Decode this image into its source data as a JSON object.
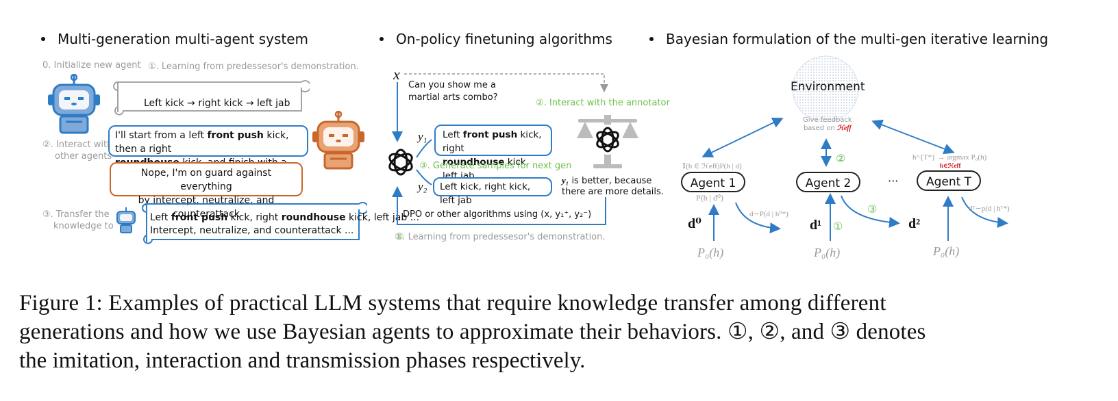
{
  "colors": {
    "blue": "#2f7cc6",
    "orange": "#c8672c",
    "green": "#6cc04a",
    "gray": "#9a9a9a",
    "red": "#d01515"
  },
  "panel1": {
    "bullet": "Multi-generation multi-agent system",
    "step0": "0. Initialize new agent",
    "step1": "①. Learning from predessesor's demonstration.",
    "scroll1": "Left kick → right kick → left jab",
    "step2_line1": "②. Interact with",
    "step2_line2": "other agents",
    "bubble1_a": "I'll start from a left ",
    "bubble1_b": "front push",
    "bubble1_c": " kick, then a right",
    "bubble1_d": "roundhouse",
    "bubble1_e": " kick, and finish with a left jab ...",
    "bubble2_line1": "Nope, I'm on guard against everything",
    "bubble2_line2": "by intercept, neutralize, and counterattack",
    "step3_line1": "③. Transfer the",
    "step3_line2": "knowledge to",
    "scroll2_a": "Left ",
    "scroll2_b": "front push",
    "scroll2_c": " kick, right ",
    "scroll2_d": "roundhouse",
    "scroll2_e": " kick, left jab ...",
    "scroll2_line2": "Intercept, neutralize, and counterattack ..."
  },
  "panel2": {
    "bullet": "On-policy finetuning algorithms",
    "x_label": "x",
    "prompt_line1": "Can you show me a",
    "prompt_line2": "martial arts combo?",
    "annotator": "②. Interact with the annotator",
    "y1": "y₁",
    "y1_a": "Left ",
    "y1_b": "front push",
    "y1_c": " kick, right",
    "y1_d": "roundhouse",
    "y1_e": " kick, left jab",
    "generate": "③. Generate samples for next gen",
    "y2": "y₂",
    "y2_text": "Left kick, right kick, left jab",
    "better_line1": " is better, because",
    "better_y1": "y₁",
    "better_line2": "there are more details.",
    "dpo": "DPO or other algorithms using (x, y₁⁺, y₂⁻)",
    "learning": "①. Learning from predessesor's demonstration."
  },
  "panel3": {
    "bullet": "Bayesian formulation of the multi-gen iterative learning",
    "environment": "Environment",
    "feedback_line1": "Give feedback",
    "feedback_line2": "based on ",
    "h_eff": "ℋeff",
    "indicator": "𝕀(h ∈ ℋeff)P(h | d)",
    "agent1": "Agent 1",
    "agent2": "Agent 2",
    "dots": "···",
    "agentT": "Agent T",
    "post1": "P(h | d⁰)",
    "hT": "h^{T*} → argmax P₀(h)",
    "hT_sub": "h∈ℋeff",
    "d0": "d⁰",
    "d1": "d¹",
    "d2": "d²",
    "sample1": "d∼P(d | h⁰*)",
    "sampleT": "dᵀ∼p(d | hᵀ*)",
    "prior1": "P₀(h)",
    "prior2": "P₀(h)",
    "priorT": "P₀(h)",
    "circ1": "①",
    "circ2": "②",
    "circ3": "③"
  },
  "caption": {
    "line1": "Figure 1: Examples of practical LLM systems that require knowledge transfer among different",
    "line2": "generations and how we use Bayesian agents to approximate their behaviors. ①, ②, and ③ denotes",
    "line3": "the imitation, interaction and transmission phases respectively."
  }
}
